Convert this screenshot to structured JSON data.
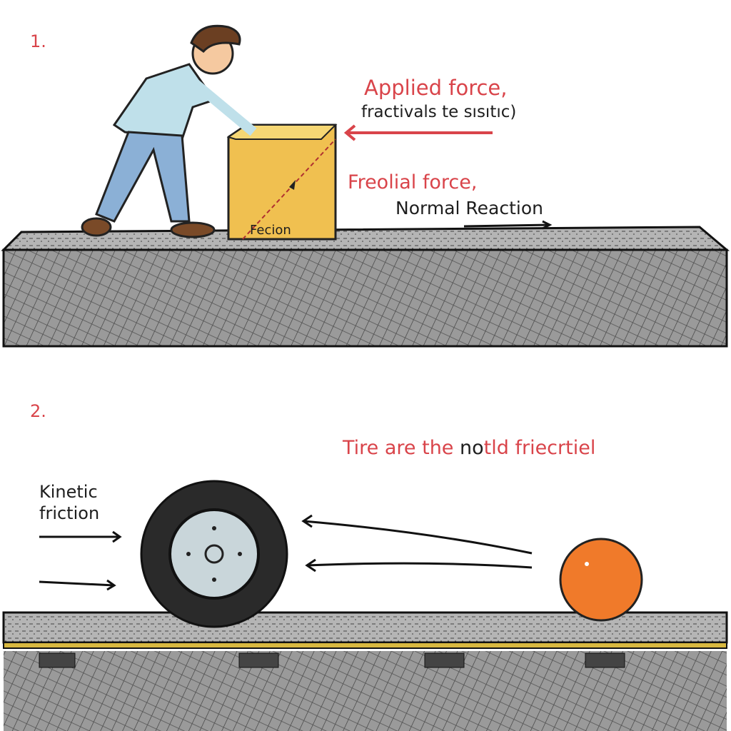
{
  "panel1": {
    "number": "1.",
    "applied_label": "Applied force,",
    "applied_sub": "fractivals te sısıtıc)",
    "friction_label": "Freolial force,",
    "normal_label": "Normal Reaction",
    "box_label": "Fecion"
  },
  "panel2": {
    "number": "2.",
    "caption_a": "Tire are the ",
    "caption_b": "no",
    "caption_c": "tld friecrtiel",
    "kinetic_line1": "Kinetic",
    "kinetic_line2": "friction"
  },
  "colors": {
    "accent_red": "#d9444a",
    "box": "#f0c050",
    "ball": "#f07a2a",
    "ground": "#8a8a8a"
  }
}
